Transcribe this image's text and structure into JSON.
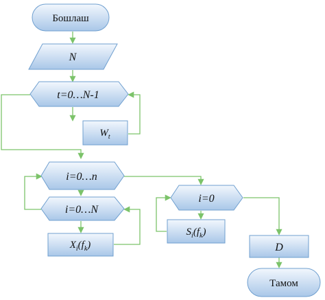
{
  "nodes": {
    "start": {
      "label": "Бошлаш"
    },
    "input_n": {
      "label": "N"
    },
    "loop_t": {
      "label": "t=0…N-1"
    },
    "w_t": {
      "main": "W",
      "sub": "t"
    },
    "loop_i_outer": {
      "label": "i=0…n"
    },
    "loop_i_inner": {
      "label": "i=0…N"
    },
    "x_i": {
      "main": "X",
      "sub1": "i",
      "mid": "(f",
      "sub2": "k",
      "end": ")"
    },
    "loop_i_zero": {
      "label": "i=0"
    },
    "s_i": {
      "main": "S",
      "sub1": "i",
      "mid": "(f",
      "sub2": "k",
      "end": ")"
    },
    "d_block": {
      "label": "D"
    },
    "end": {
      "label": "Тамом"
    }
  },
  "colors": {
    "shape_fill_top": "#f2f7fd",
    "shape_fill_bottom": "#a9c7e8",
    "shape_stroke": "#6f9fcf",
    "connector": "#7cc36a"
  }
}
